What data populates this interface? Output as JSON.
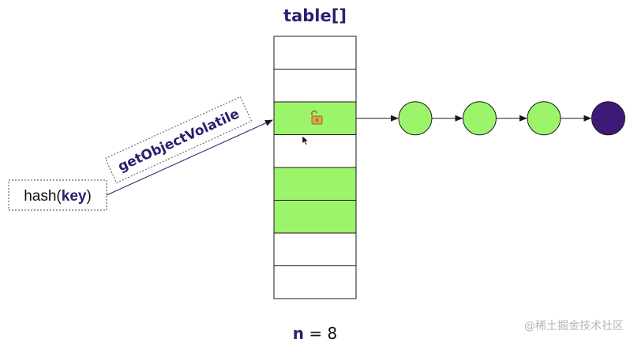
{
  "title": "table[]",
  "hash_box": {
    "prefix": "hash(",
    "key": "key",
    "suffix": ")"
  },
  "arrow_label": "getObjectVolatile",
  "size_label": {
    "var": "n",
    "rest": " = 8"
  },
  "watermark": "@稀土掘金技术社区",
  "table": {
    "slots": [
      {
        "state": "empty"
      },
      {
        "state": "empty"
      },
      {
        "state": "filled",
        "locked": true
      },
      {
        "state": "empty"
      },
      {
        "state": "filled"
      },
      {
        "state": "filled"
      },
      {
        "state": "empty"
      },
      {
        "state": "empty"
      }
    ]
  },
  "chain": {
    "nodes": [
      {
        "state": "normal"
      },
      {
        "state": "normal"
      },
      {
        "state": "normal"
      },
      {
        "state": "tail"
      }
    ]
  },
  "colors": {
    "filled_slot": "#9cf46a",
    "empty_slot": "#ffffff",
    "node": "#9cf46a",
    "tail_node": "#3d1a78",
    "text_accent": "#2e1d6e",
    "lock": "#d8a74a"
  },
  "icons": {
    "lock": "open-padlock-icon",
    "cursor": "mouse-cursor-icon"
  }
}
